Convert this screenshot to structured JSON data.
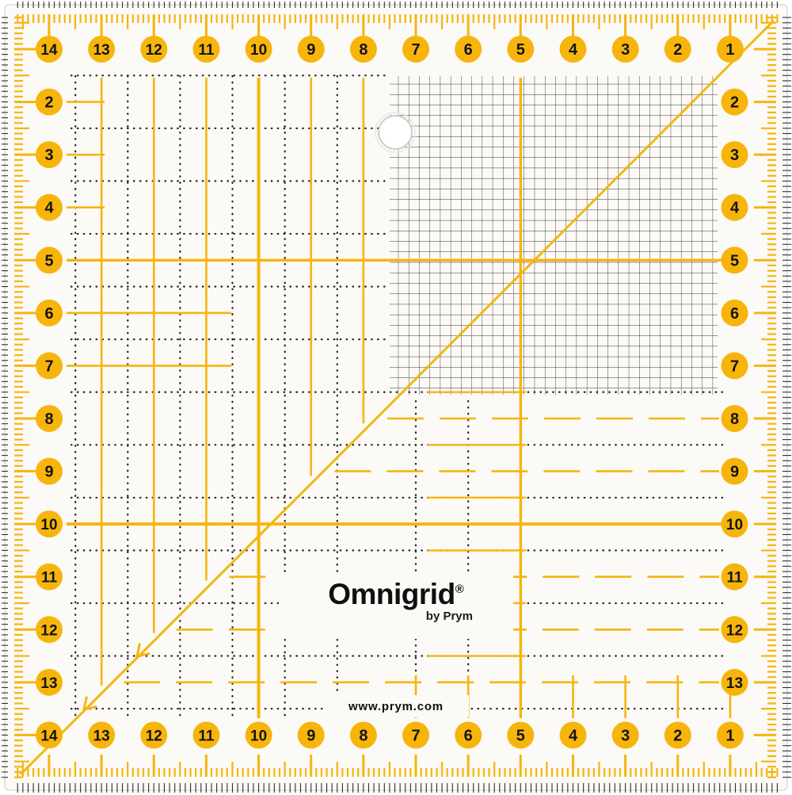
{
  "ruler": {
    "brand": "Omnigrid",
    "registered_mark": "®",
    "byline": "by Prym",
    "website": "www.prym.com"
  },
  "scales": {
    "top": [
      "14",
      "13",
      "12",
      "11",
      "10",
      "9",
      "8",
      "7",
      "6",
      "5",
      "4",
      "3",
      "2",
      "1"
    ],
    "bottom": [
      "14",
      "13",
      "12",
      "11",
      "10",
      "9",
      "8",
      "7",
      "6",
      "5",
      "4",
      "3",
      "2",
      "1"
    ],
    "left": [
      "2",
      "3",
      "4",
      "5",
      "6",
      "7",
      "8",
      "9",
      "10",
      "11",
      "12",
      "13"
    ],
    "right": [
      "2",
      "3",
      "4",
      "5",
      "6",
      "7",
      "8",
      "9",
      "10",
      "11",
      "12",
      "13"
    ]
  },
  "colors": {
    "accent_yellow": "#F7B50C",
    "marking_black": "#262626",
    "background": "#FFFFFF",
    "ruler_surface": "#FBFAF7"
  }
}
